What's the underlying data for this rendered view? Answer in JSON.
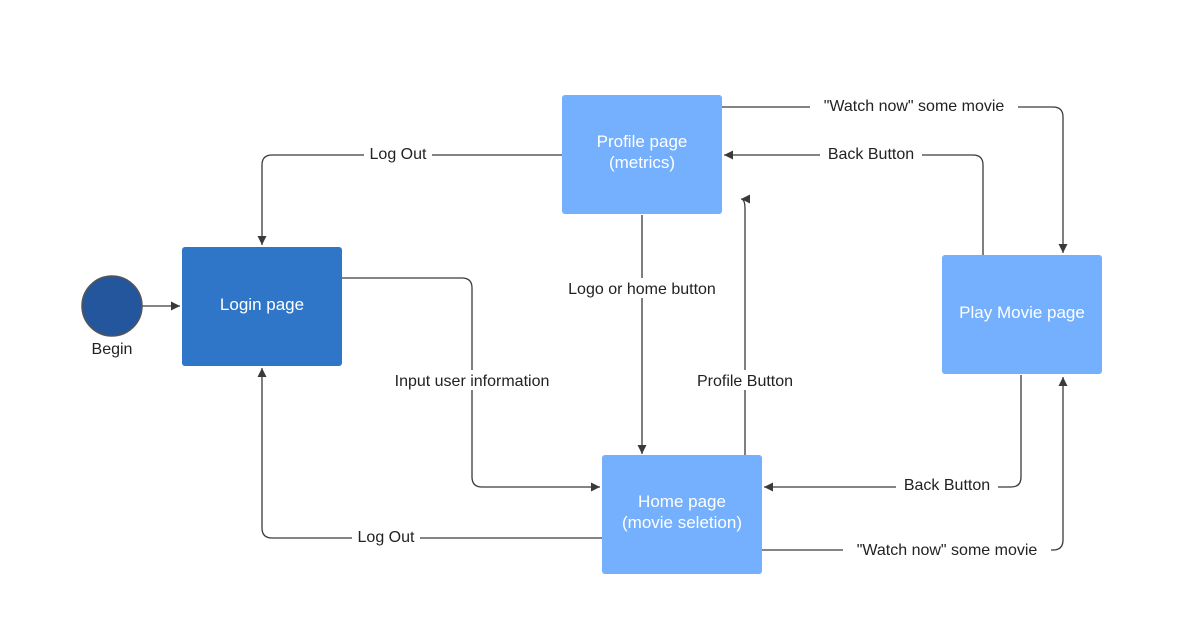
{
  "colors": {
    "login_fill": "#2f76c8",
    "page_fill": "#74b0fe",
    "start_fill": "#23569d",
    "start_stroke": "#555555",
    "edge": "#3a3a3a",
    "node_text": "#ffffff",
    "edge_text": "#222222"
  },
  "start": {
    "label": "Begin"
  },
  "nodes": {
    "login": {
      "line1": "Login page"
    },
    "profile": {
      "line1": "Profile page",
      "line2": "(metrics)"
    },
    "home": {
      "line1": "Home page",
      "line2": "(movie seletion)"
    },
    "play": {
      "line1": "Play Movie page"
    }
  },
  "edges": {
    "profile_to_login": "Log Out",
    "profile_to_play": "\"Watch now\" some movie",
    "play_to_profile": "Back Button",
    "profile_to_home": "Logo or home button",
    "login_to_home": "Input user information",
    "home_to_profile": "Profile Button",
    "play_to_home": "Back Button",
    "home_to_login": "Log Out",
    "home_to_play": "\"Watch now\" some movie"
  }
}
